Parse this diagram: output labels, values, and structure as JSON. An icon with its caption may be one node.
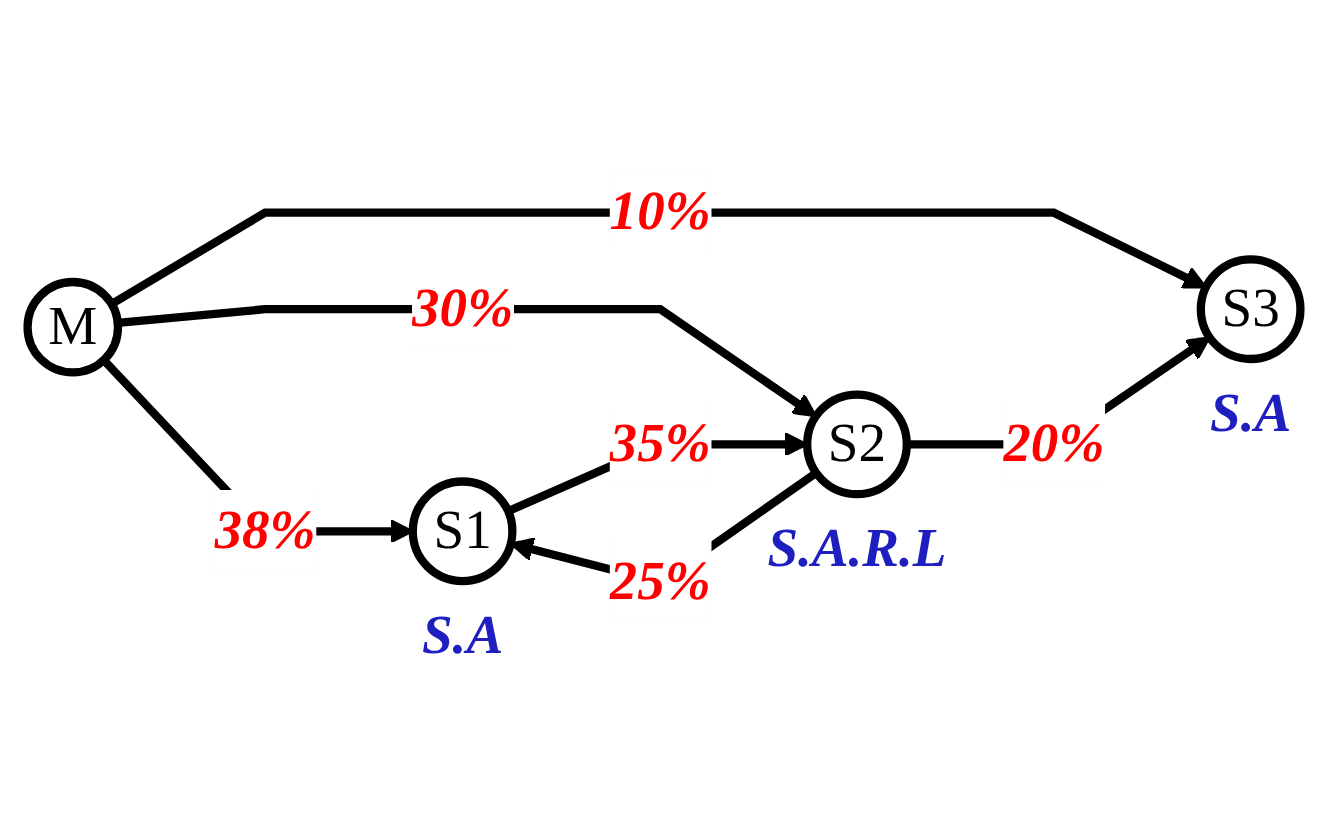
{
  "diagram": {
    "nodes": [
      {
        "text": [
          "M"
        ]
      },
      {
        "text": [
          "S1"
        ],
        "beside": [
          "S.A"
        ]
      },
      {
        "text": [
          "S2"
        ],
        "beside": [
          "S.A.R.L"
        ]
      },
      {
        "text": [
          "S3"
        ],
        "beside": [
          "S.A"
        ]
      }
    ],
    "edges": [
      {
        "from": 0,
        "to": 1,
        "arrow": "to",
        "label": "38%"
      },
      {
        "from": 0,
        "to": 2,
        "arrow": "to",
        "label": "30%"
      },
      {
        "from": 0,
        "to": 3,
        "arrow": "to",
        "label": "10%"
      },
      {
        "from": 1,
        "to": 2,
        "arrow": "to",
        "label": "35%"
      },
      {
        "from": 2,
        "to": 1,
        "arrow": "to",
        "label": "25%"
      },
      {
        "from": 2,
        "to": 3,
        "arrow": "to",
        "label": "20%"
      }
    ]
  }
}
